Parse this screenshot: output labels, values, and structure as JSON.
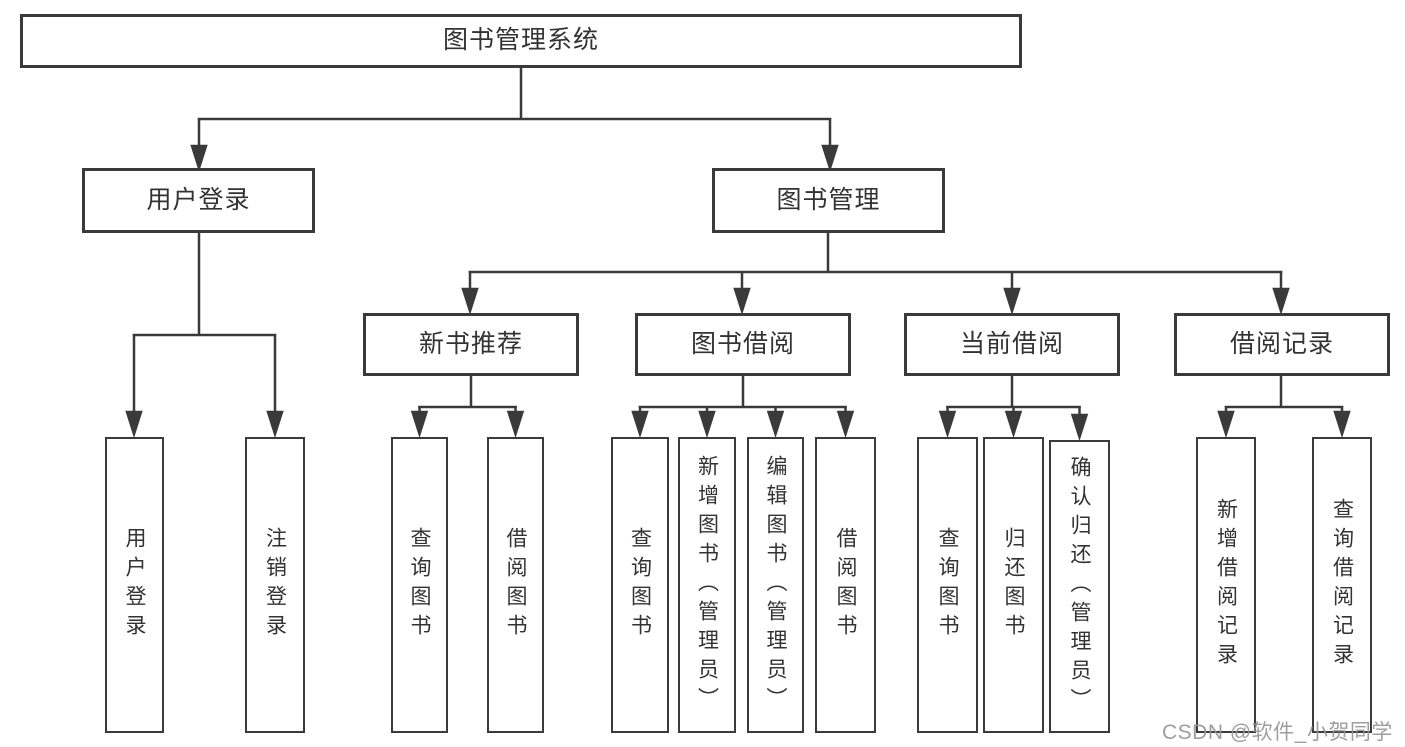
{
  "diagram": {
    "root": {
      "label": "图书管理系统"
    },
    "branches": [
      {
        "label": "用户登录",
        "children": [
          {
            "label": "用户登录"
          },
          {
            "label": "注销登录"
          }
        ]
      },
      {
        "label": "图书管理",
        "children": [
          {
            "label": "新书推荐",
            "children": [
              {
                "label": "查询图书"
              },
              {
                "label": "借阅图书"
              }
            ]
          },
          {
            "label": "图书借阅",
            "children": [
              {
                "label": "查询图书"
              },
              {
                "label": "新增图书（管理员）"
              },
              {
                "label": "编辑图书（管理员）"
              },
              {
                "label": "借阅图书"
              }
            ]
          },
          {
            "label": "当前借阅",
            "children": [
              {
                "label": "查询图书"
              },
              {
                "label": "归还图书"
              },
              {
                "label": "确认归还（管理员）"
              }
            ]
          },
          {
            "label": "借阅记录",
            "children": [
              {
                "label": "新增借阅记录"
              },
              {
                "label": "查询借阅记录"
              }
            ]
          }
        ]
      }
    ]
  },
  "watermark": {
    "text": "CSDN @软件_小贺同学"
  },
  "colors": {
    "line": "#3a3a3a",
    "text": "#333333",
    "box_background": "#ffffff",
    "page_background": "#ffffff",
    "watermark": "#969696"
  }
}
